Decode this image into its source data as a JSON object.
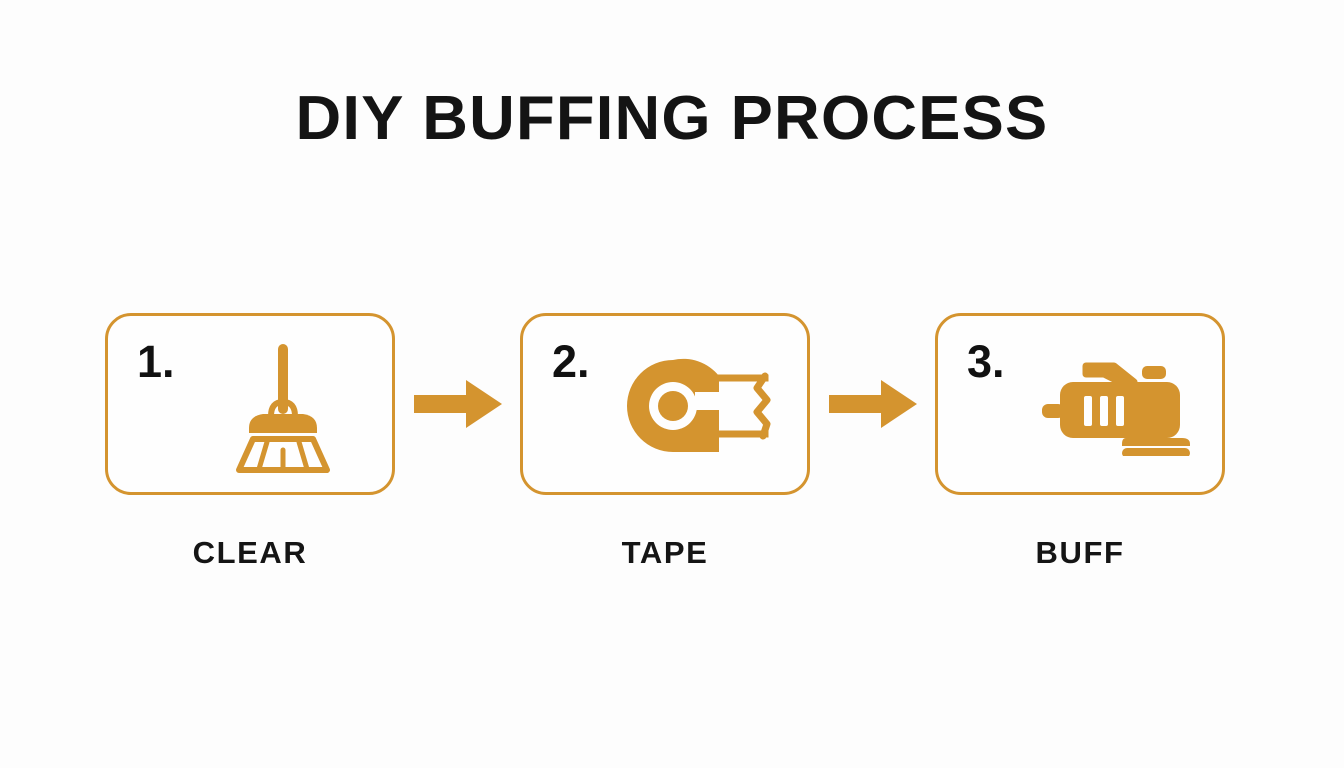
{
  "poster": {
    "title": "DIY BUFFING PROCESS",
    "background_color": "#fdfdfd",
    "accent_color": "#d4942f",
    "text_color": "#141414"
  },
  "steps": [
    {
      "number": "1.",
      "label": "CLEAR",
      "icon": "broom-icon"
    },
    {
      "number": "2.",
      "label": "TAPE",
      "icon": "tape-roll-icon"
    },
    {
      "number": "3.",
      "label": "BUFF",
      "icon": "orbital-sander-icon"
    }
  ],
  "arrows": [
    {
      "name": "arrow-right-icon-1"
    },
    {
      "name": "arrow-right-icon-2"
    }
  ]
}
